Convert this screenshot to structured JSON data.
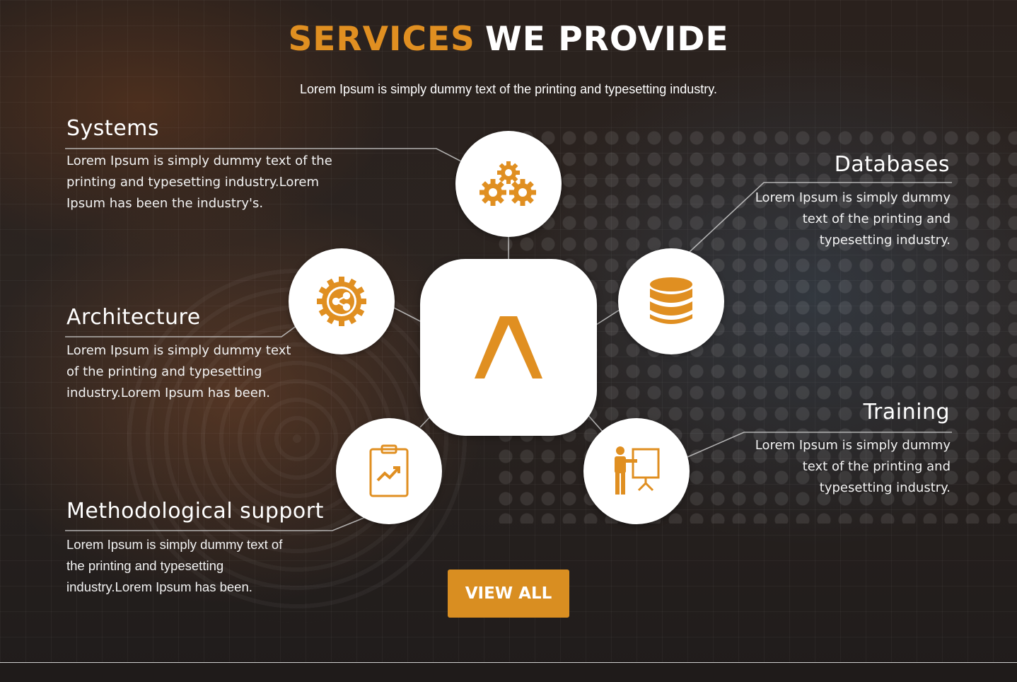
{
  "header": {
    "title_accent": "SERVICES",
    "title_rest": "WE PROVIDE",
    "subtitle": "Lorem Ipsum is simply dummy text of the printing and typesetting industry."
  },
  "services": {
    "systems": {
      "title": "Systems",
      "text": "Lorem Ipsum is simply dummy text of the printing and typesetting industry.Lorem Ipsum has been the industry's.",
      "icon": "gears-icon"
    },
    "architecture": {
      "title": "Architecture",
      "text": "Lorem Ipsum is simply dummy text of the printing and typesetting industry.Lorem Ipsum has been.",
      "icon": "share-gear-icon"
    },
    "methodological_support": {
      "title": "Methodological support",
      "text": "Lorem Ipsum is simply dummy text of the printing and typesetting industry.Lorem Ipsum has been.",
      "icon": "clipboard-chart-icon"
    },
    "databases": {
      "title": "Databases",
      "text": "Lorem Ipsum is simply dummy text of the printing and typesetting industry.",
      "icon": "database-icon"
    },
    "training": {
      "title": "Training",
      "text": "Lorem Ipsum is simply dummy text of the printing and typesetting industry.",
      "icon": "presentation-icon"
    }
  },
  "hub": {
    "glyph": "Λ",
    "icon": "lambda-logo-icon"
  },
  "cta": {
    "label": "VIEW ALL"
  },
  "colors": {
    "accent": "#e08f21",
    "button": "#d98e21",
    "text": "#ffffff",
    "background": "#221d1b"
  }
}
